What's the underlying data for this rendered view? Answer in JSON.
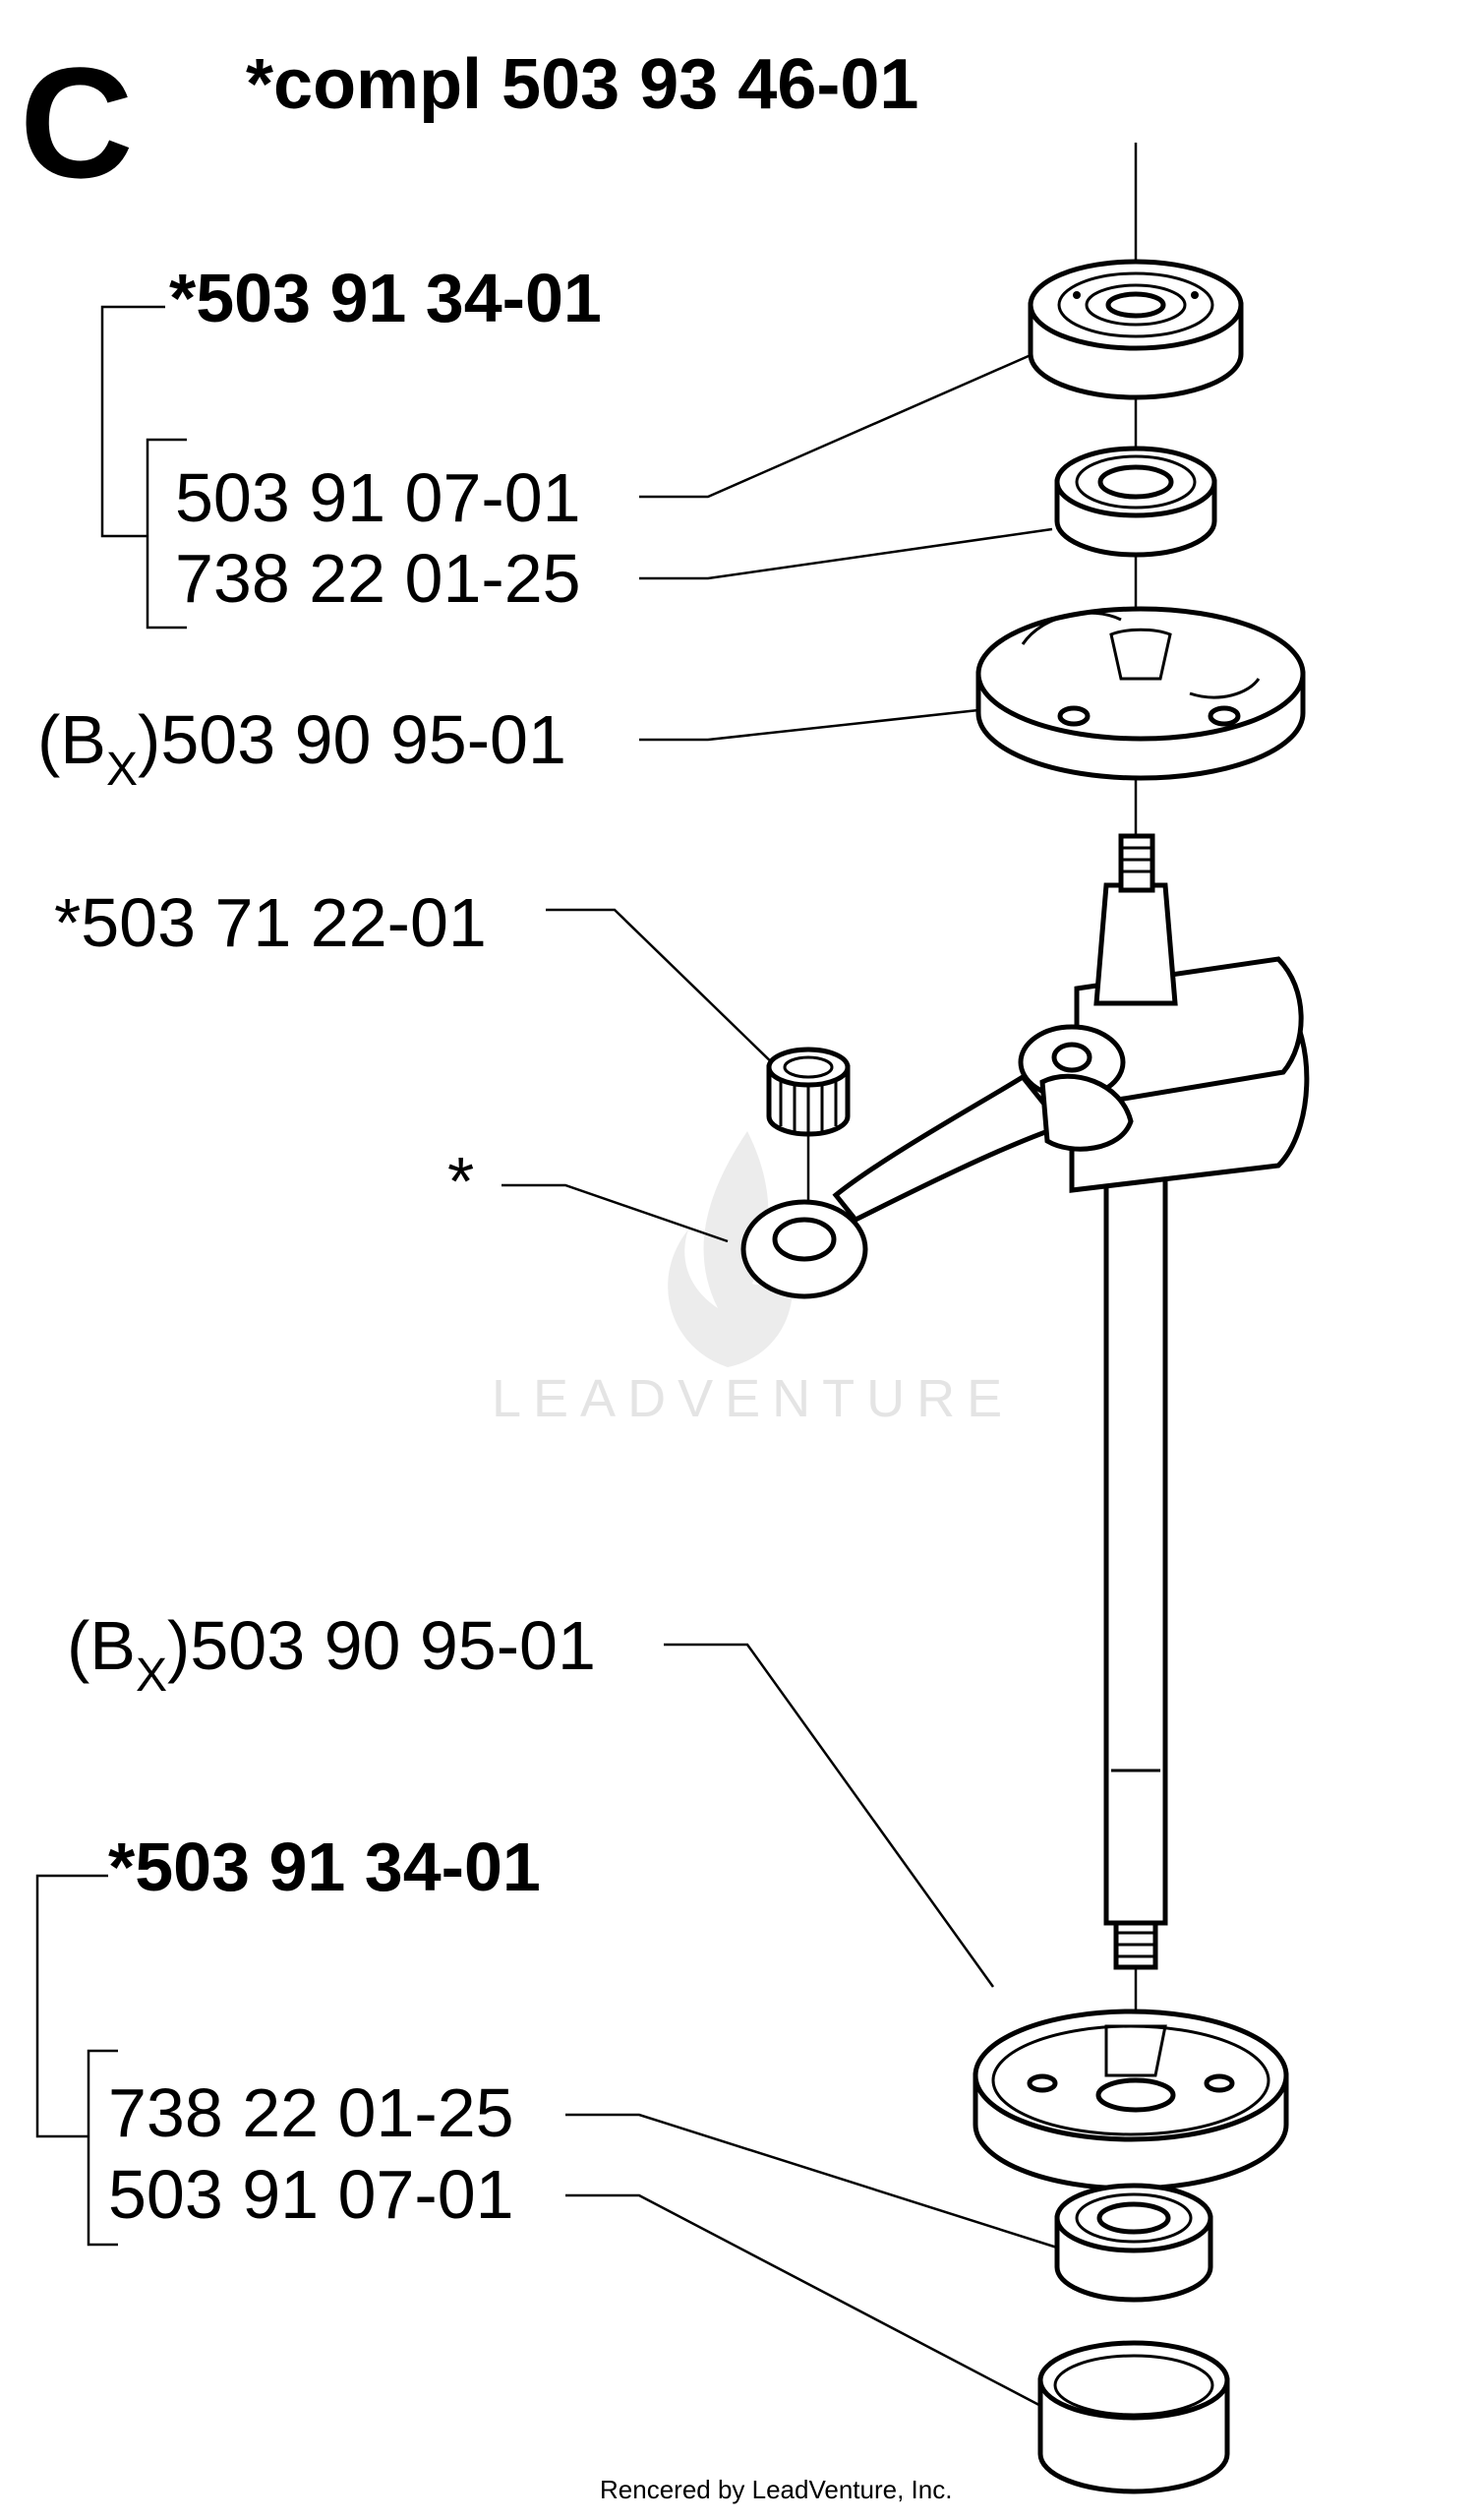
{
  "section_letter": "C",
  "title": "*compl 503 93 46-01",
  "labels": {
    "group_top": "*503 91 34-01",
    "top_bearing": "503 91 07-01",
    "top_seal": "738 22 01-25",
    "top_half_prefix": "(B",
    "top_half_sub": "X",
    "top_half_number": ")503 90 95-01",
    "needle_bearing": "*503 71 22-01",
    "conrod": "*",
    "bottom_half_prefix": "(B",
    "bottom_half_sub": "X",
    "bottom_half_number": ")503 90 95-01",
    "group_bottom": "*503 91 34-01",
    "bottom_seal": "738 22 01-25",
    "bottom_bearing": "503 91 07-01"
  },
  "watermark": "LEADVENTURE",
  "footer": "Rencered by LeadVenture, Inc."
}
